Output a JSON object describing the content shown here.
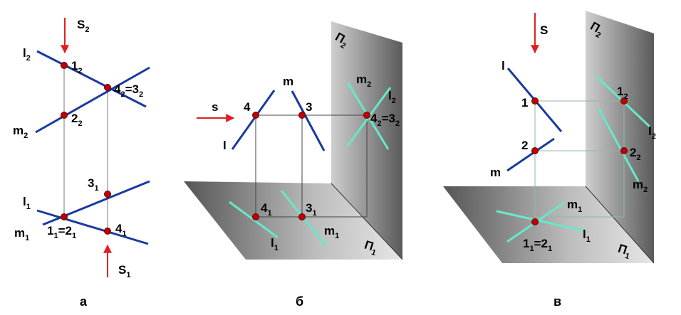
{
  "colors": {
    "line_blue": "#1a3a9e",
    "line_cyan": "#66e8cc",
    "arrow_red": "#e02020",
    "point_red": "#c00000",
    "construction": "#555555",
    "plane_light": "#dcdcdc",
    "plane_dark": "#555555"
  },
  "panel_a": {
    "caption": "а",
    "s_top": {
      "base": "S",
      "sub": "2"
    },
    "s_bottom": {
      "base": "S",
      "sub": "1"
    },
    "labels": [
      {
        "base": "l",
        "sub": "2"
      },
      {
        "base": "1",
        "sub": "2"
      },
      {
        "base": "4",
        "sub": "2",
        "rest": "=3",
        "sub2": "2"
      },
      {
        "base": "2",
        "sub": "2"
      },
      {
        "base": "m",
        "sub": "2"
      },
      {
        "base": "3",
        "sub": "1"
      },
      {
        "base": "l",
        "sub": "1"
      },
      {
        "base": "1",
        "sub": "1",
        "rest": "=2",
        "sub2": "1"
      },
      {
        "base": "m",
        "sub": "1"
      },
      {
        "base": "4",
        "sub": "1"
      }
    ]
  },
  "panel_b": {
    "caption": "б",
    "s": "s",
    "plane_v": {
      "base": "П",
      "sub": "2"
    },
    "plane_h": {
      "base": "П",
      "sub": "1"
    },
    "labels": [
      {
        "base": "m",
        "sub": ""
      },
      {
        "base": "4",
        "sub": ""
      },
      {
        "base": "3",
        "sub": ""
      },
      {
        "base": "l",
        "sub": ""
      },
      {
        "base": "m",
        "sub": "2"
      },
      {
        "base": "l",
        "sub": "2"
      },
      {
        "base": "4",
        "sub": "2",
        "rest": "=3",
        "sub2": "2"
      },
      {
        "base": "4",
        "sub": "1"
      },
      {
        "base": "3",
        "sub": "1"
      },
      {
        "base": "m",
        "sub": "1"
      },
      {
        "base": "l",
        "sub": "1"
      }
    ]
  },
  "panel_v": {
    "caption": "в",
    "s": "S",
    "plane_v": {
      "base": "П",
      "sub": "2"
    },
    "plane_h": {
      "base": "П",
      "sub": "1"
    },
    "labels": [
      {
        "base": "l",
        "sub": ""
      },
      {
        "base": "1",
        "sub": ""
      },
      {
        "base": "2",
        "sub": ""
      },
      {
        "base": "m",
        "sub": ""
      },
      {
        "base": "1",
        "sub": "2"
      },
      {
        "base": "l",
        "sub": "2"
      },
      {
        "base": "2",
        "sub": "2"
      },
      {
        "base": "m",
        "sub": "2"
      },
      {
        "base": "m",
        "sub": "1"
      },
      {
        "base": "l",
        "sub": "1"
      },
      {
        "base": "1",
        "sub": "1",
        "rest": "=2",
        "sub2": "1"
      }
    ]
  }
}
